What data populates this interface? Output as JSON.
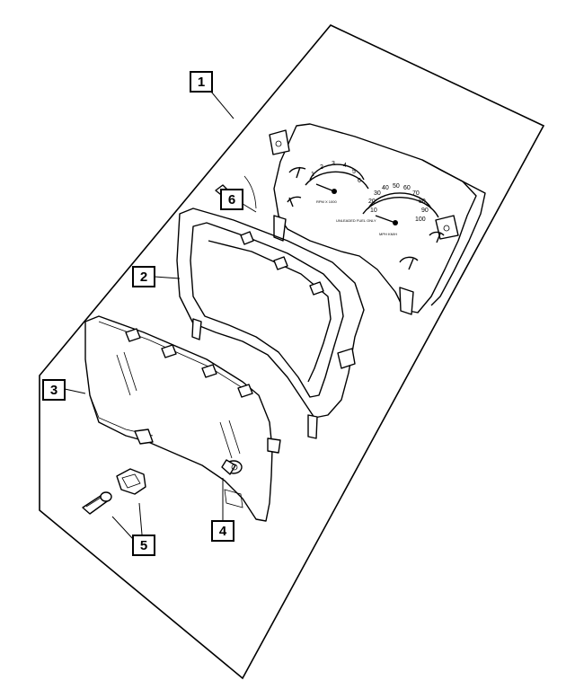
{
  "callouts": [
    {
      "id": "callout-1",
      "label": "1"
    },
    {
      "id": "callout-2",
      "label": "2"
    },
    {
      "id": "callout-3",
      "label": "3"
    },
    {
      "id": "callout-4",
      "label": "4"
    },
    {
      "id": "callout-5",
      "label": "5"
    },
    {
      "id": "callout-6",
      "label": "6"
    }
  ],
  "gauges": {
    "tach_scale": [
      "1",
      "2",
      "3",
      "4",
      "5",
      "6"
    ],
    "tach_unit": "RPM X 1000",
    "speedo_scale": [
      "10",
      "20",
      "30",
      "40",
      "50",
      "60",
      "70",
      "80",
      "90",
      "100"
    ],
    "speedo_unit": "MPH KM/H",
    "fuel_text": "UNLEADED FUEL ONLY"
  }
}
